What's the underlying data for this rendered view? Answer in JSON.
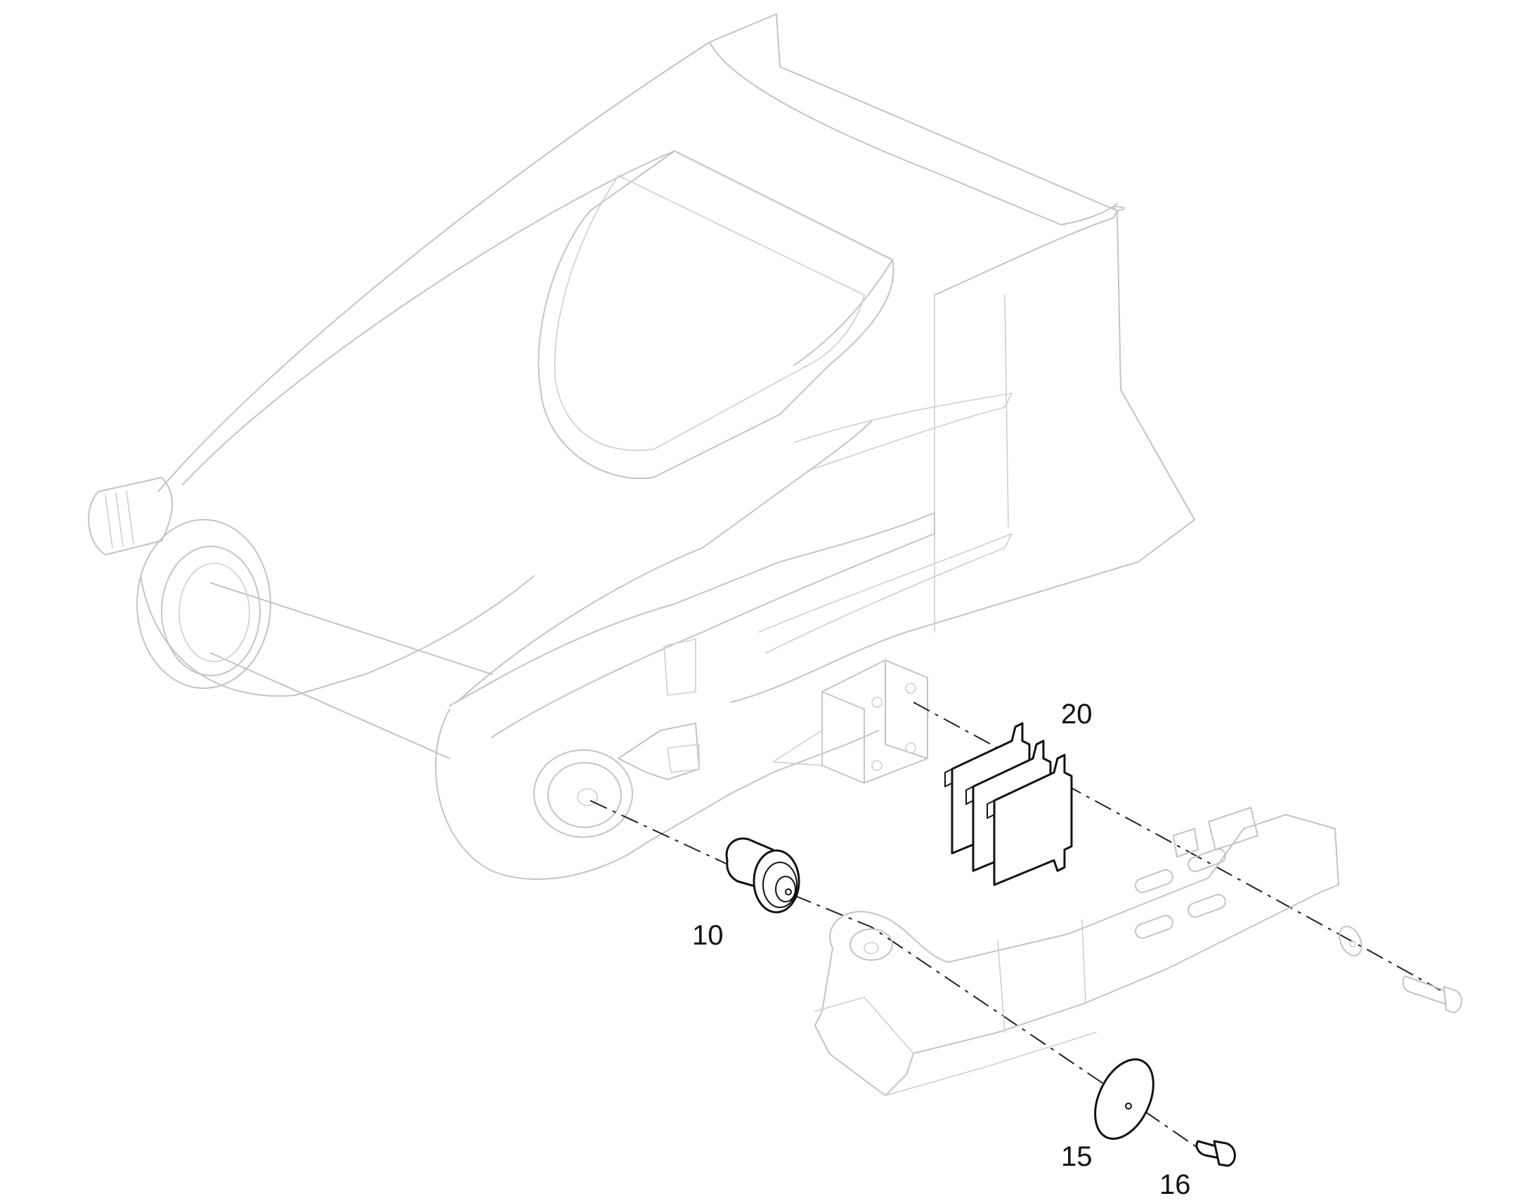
{
  "callouts": {
    "pin": "10",
    "shim_pack": "20",
    "washer_large": "15",
    "bolt_short": "16"
  },
  "colors": {
    "background": "#ffffff",
    "ghost_assembly": "#c4c4c4",
    "highlighted_parts": "#111111"
  }
}
